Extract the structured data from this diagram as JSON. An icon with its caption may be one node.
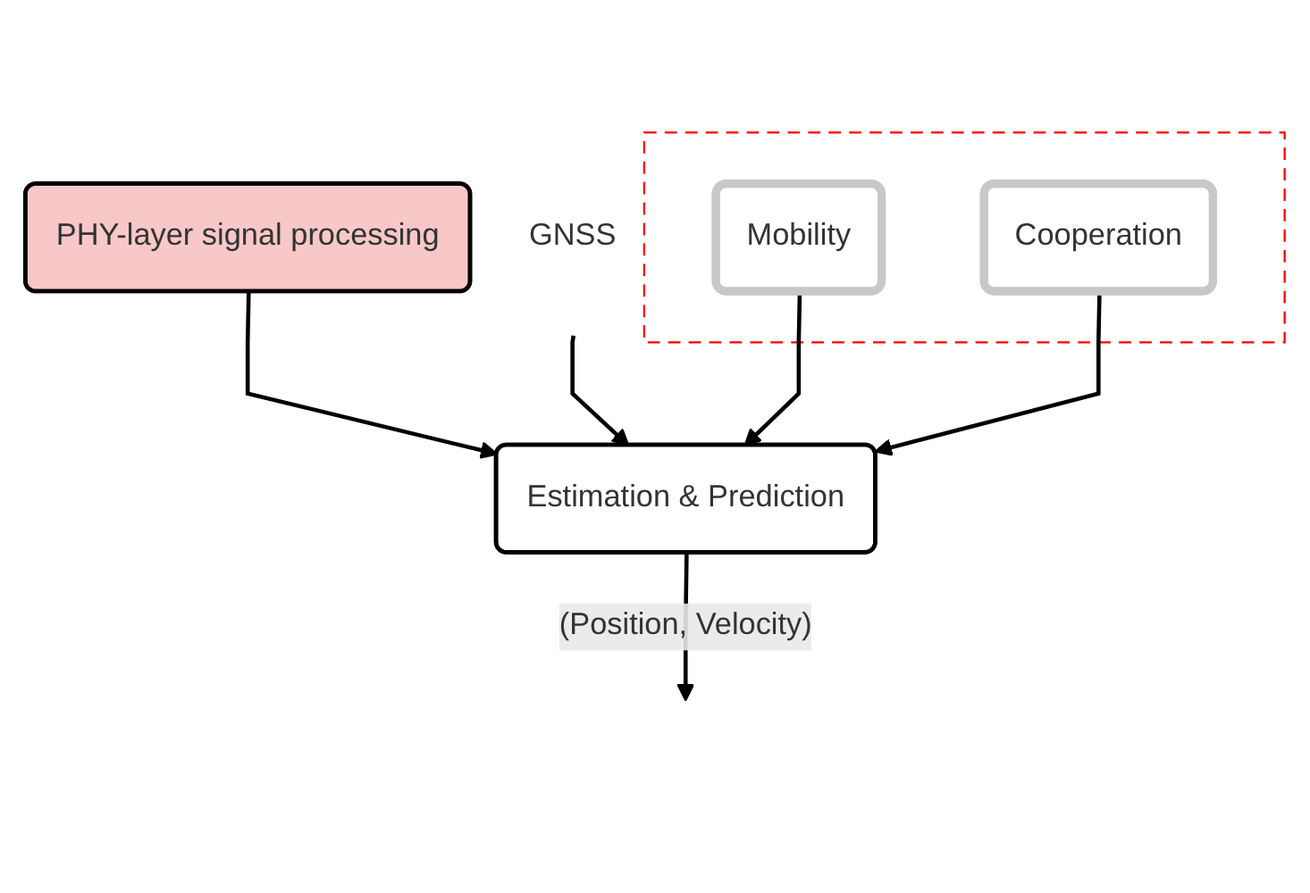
{
  "diagram": {
    "nodes": [
      {
        "text": [
          "PHY-layer signal processing"
        ]
      },
      {
        "text": [
          "GNSS"
        ]
      },
      {
        "text": [
          "Estimation & Prediction"
        ]
      },
      {
        "text": [],
        "shape": "box"
      },
      {
        "text": [
          "Mobility"
        ],
        "in": 3
      },
      {
        "text": [
          "Cooperation"
        ],
        "in": 3
      }
    ],
    "edges": [
      {
        "from": 0,
        "to": 2,
        "arrow": "to"
      },
      {
        "from": 1,
        "to": 2,
        "arrow": "to"
      },
      {
        "from": 2,
        "to": null,
        "arrow": "to",
        "label": "(Position, Velocity)"
      },
      {
        "from": 4,
        "to": 2,
        "arrow": "to"
      },
      {
        "from": 5,
        "to": 2,
        "arrow": "to"
      }
    ]
  }
}
